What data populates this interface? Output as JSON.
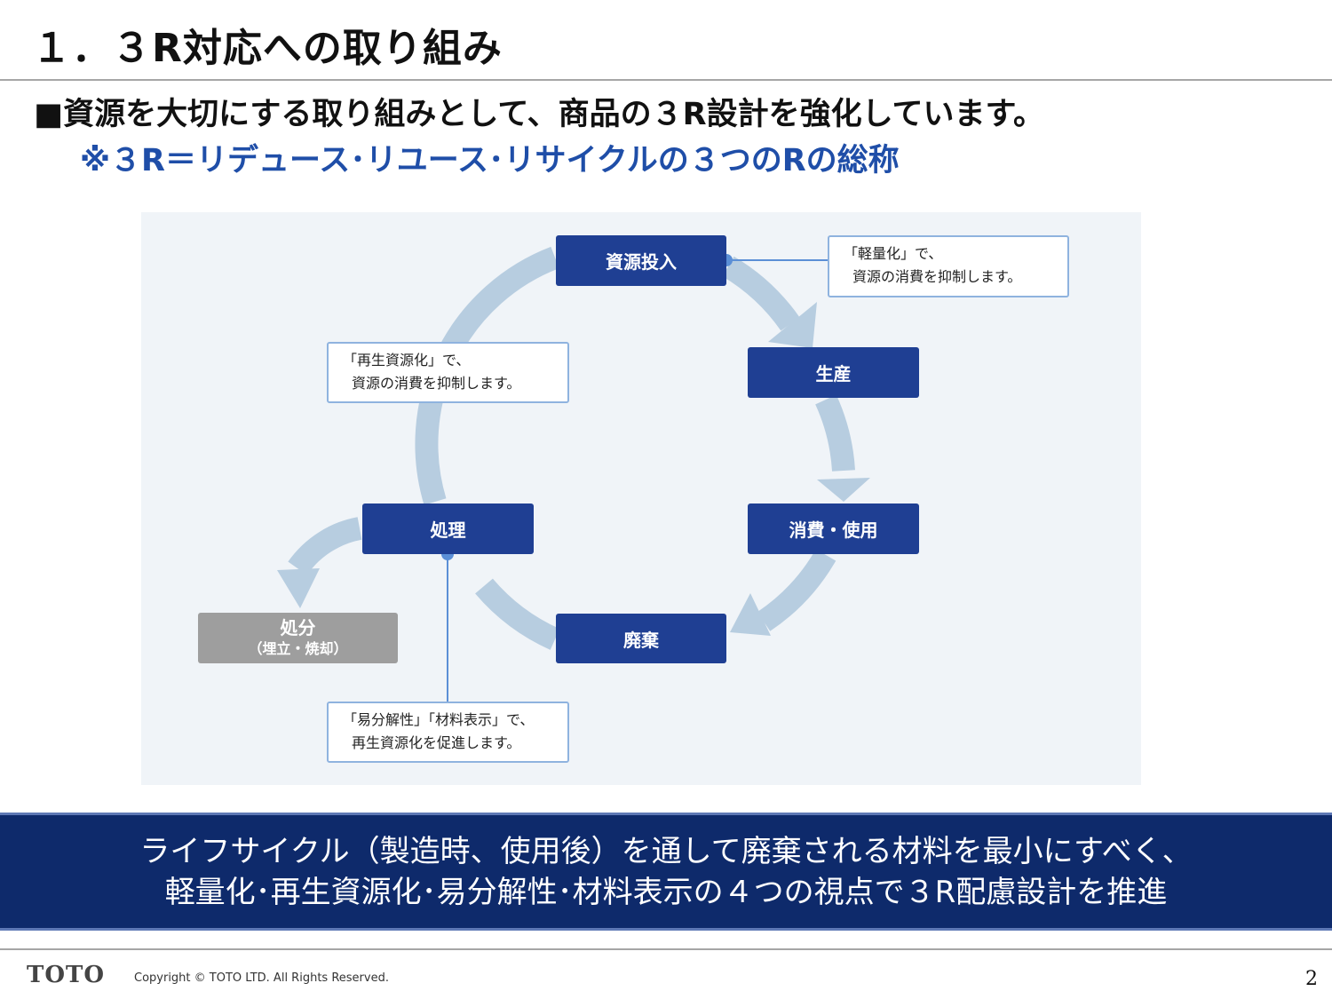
{
  "slide": {
    "title": "１．３R対応への取り組み",
    "headline": "■資源を大切にする取り組みとして、商品の３R設計を強化しています。",
    "subline": "※３R＝リデュース･リユース･リサイクルの３つのRの総称",
    "accent_color": "#1f4ea8"
  },
  "diagram": {
    "nodes": {
      "resource_input": "資源投入",
      "production": "生産",
      "consumption_use": "消費・使用",
      "disposal_waste": "廃棄",
      "treatment": "処理",
      "final_disposal": "処分",
      "final_disposal_sub": "（埋立・焼却）"
    },
    "notes": {
      "lightweight_l1": "「軽量化」で、",
      "lightweight_l2": "資源の消費を抑制します。",
      "recycle_l1": "「再生資源化」で、",
      "recycle_l2": "資源の消費を抑制します。",
      "disassembly_l1": "「易分解性」「材料表示」で、",
      "disassembly_l2": "再生資源化を促進します。"
    },
    "colors": {
      "node": "#1f3f93",
      "node_gray": "#9e9e9e",
      "arrow": "#b7cde0",
      "connector": "#5b8fd6"
    }
  },
  "banner": {
    "line1": "ライフサイクル（製造時、使用後）を通して廃棄される材料を最小にすべく、",
    "line2": "軽量化･再生資源化･易分解性･材料表示の４つの視点で３R配慮設計を推進"
  },
  "footer": {
    "logo": "TOTO",
    "copyright": "Copyright © TOTO LTD. All Rights Reserved.",
    "page_number": "2"
  }
}
